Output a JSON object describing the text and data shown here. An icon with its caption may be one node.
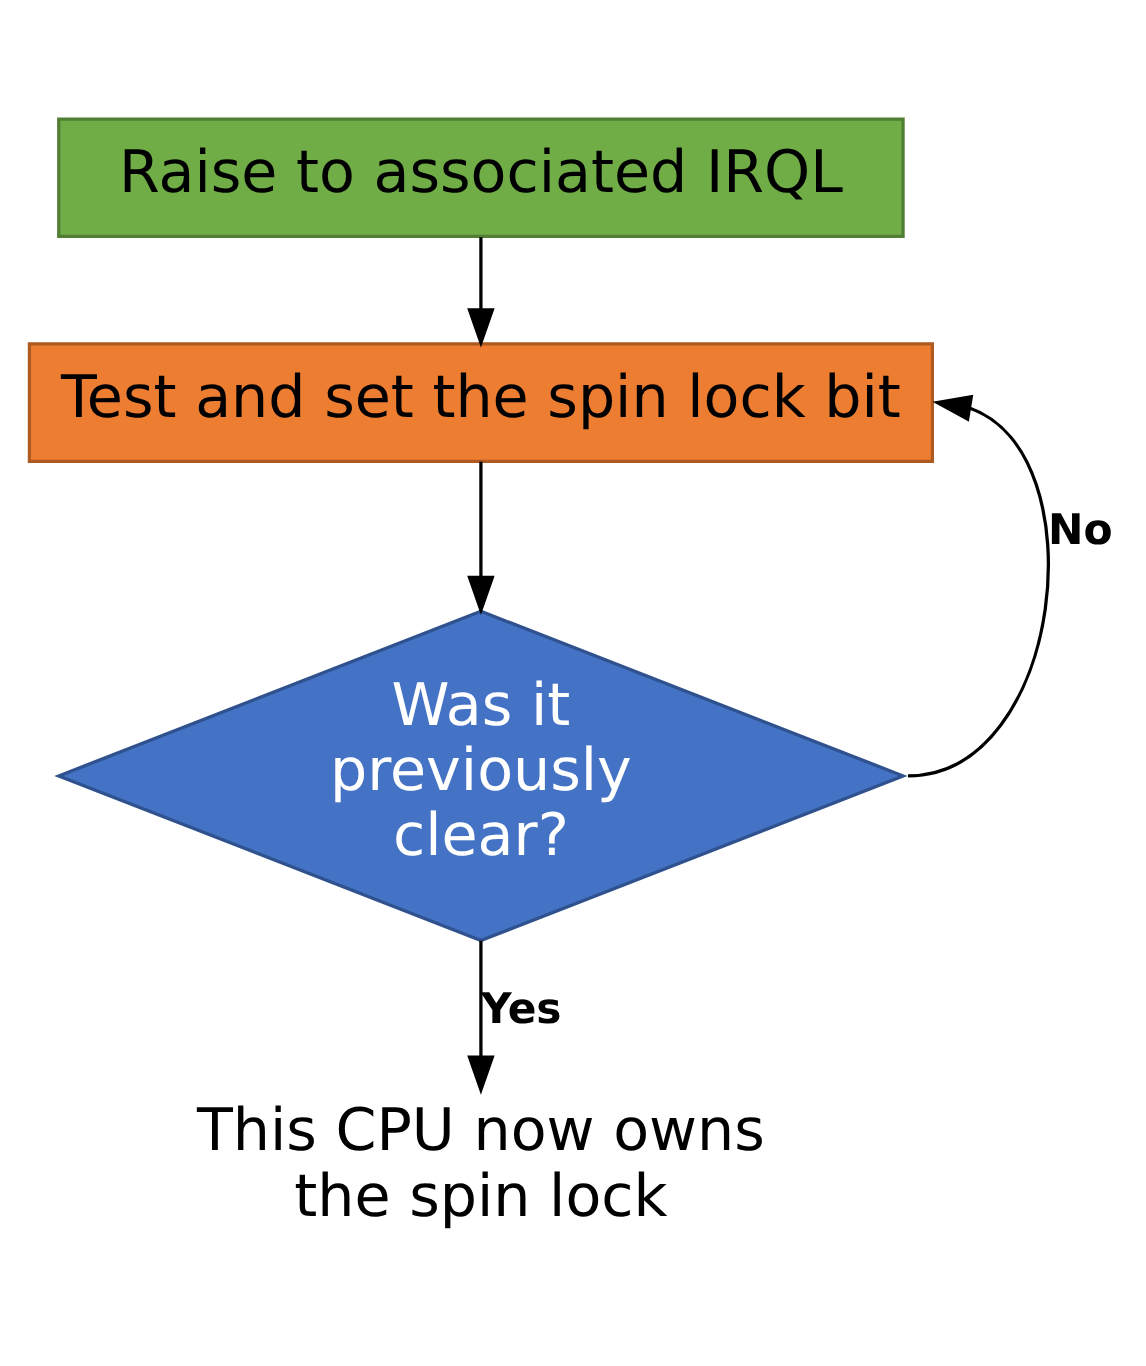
{
  "diagram": {
    "nodes": [
      {
        "text": [
          "Raise to associated IRQL"
        ]
      },
      {
        "text": [
          "Test and set the spin lock bit"
        ]
      },
      {
        "text": [
          "Was it previously clear?"
        ]
      },
      {
        "text": [
          "This CPU now owns the spin lock"
        ]
      }
    ],
    "edges": [
      {
        "from": 0,
        "to": 1,
        "arrow": "to"
      },
      {
        "from": 1,
        "to": 2,
        "arrow": "to"
      },
      {
        "from": 2,
        "to": 3,
        "arrow": "to",
        "label": "Yes"
      },
      {
        "from": 2,
        "to": 1,
        "arrow": "to",
        "label": "No"
      }
    ]
  }
}
